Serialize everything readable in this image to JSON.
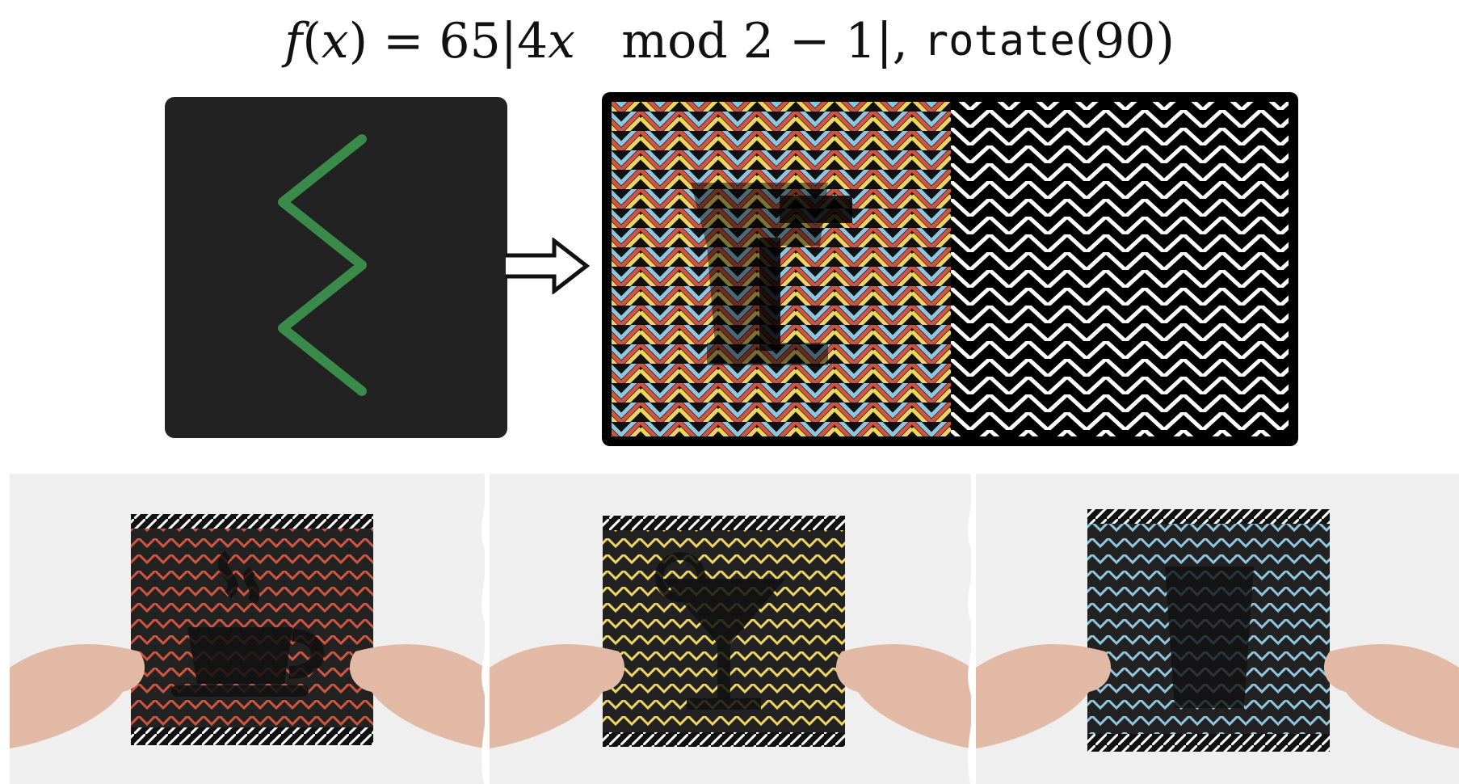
{
  "formula": {
    "f": "f",
    "open_paren": "(",
    "x": "x",
    "close_eq": ") = 65|4",
    "x2": "x",
    "mod": "   mod 2 − 1|, ",
    "fn": "rotate",
    "arg": "(90)"
  },
  "colors": {
    "panel_bg": "#222222",
    "zigzag_stroke": "#3a8a4a",
    "stripe_red": "#d0553f",
    "stripe_yellow": "#f0d660",
    "stripe_blue": "#8ec6e0",
    "frame": "#000000",
    "white": "#ffffff"
  },
  "icons": {
    "left_panel": "zigzag-function-icon",
    "arrow": "double-arrow-right-icon",
    "right_panel_icon": "cocktail-glass-icon",
    "photos": [
      "coffee-cup-icon",
      "cocktail-glass-icon",
      "drink-glass-icon"
    ]
  },
  "photos": [
    {
      "tint": "#d0553f",
      "icon": "coffee-cup-icon"
    },
    {
      "tint": "#f0d660",
      "icon": "cocktail-glass-icon"
    },
    {
      "tint": "#8ec6e0",
      "icon": "drink-glass-icon"
    }
  ]
}
